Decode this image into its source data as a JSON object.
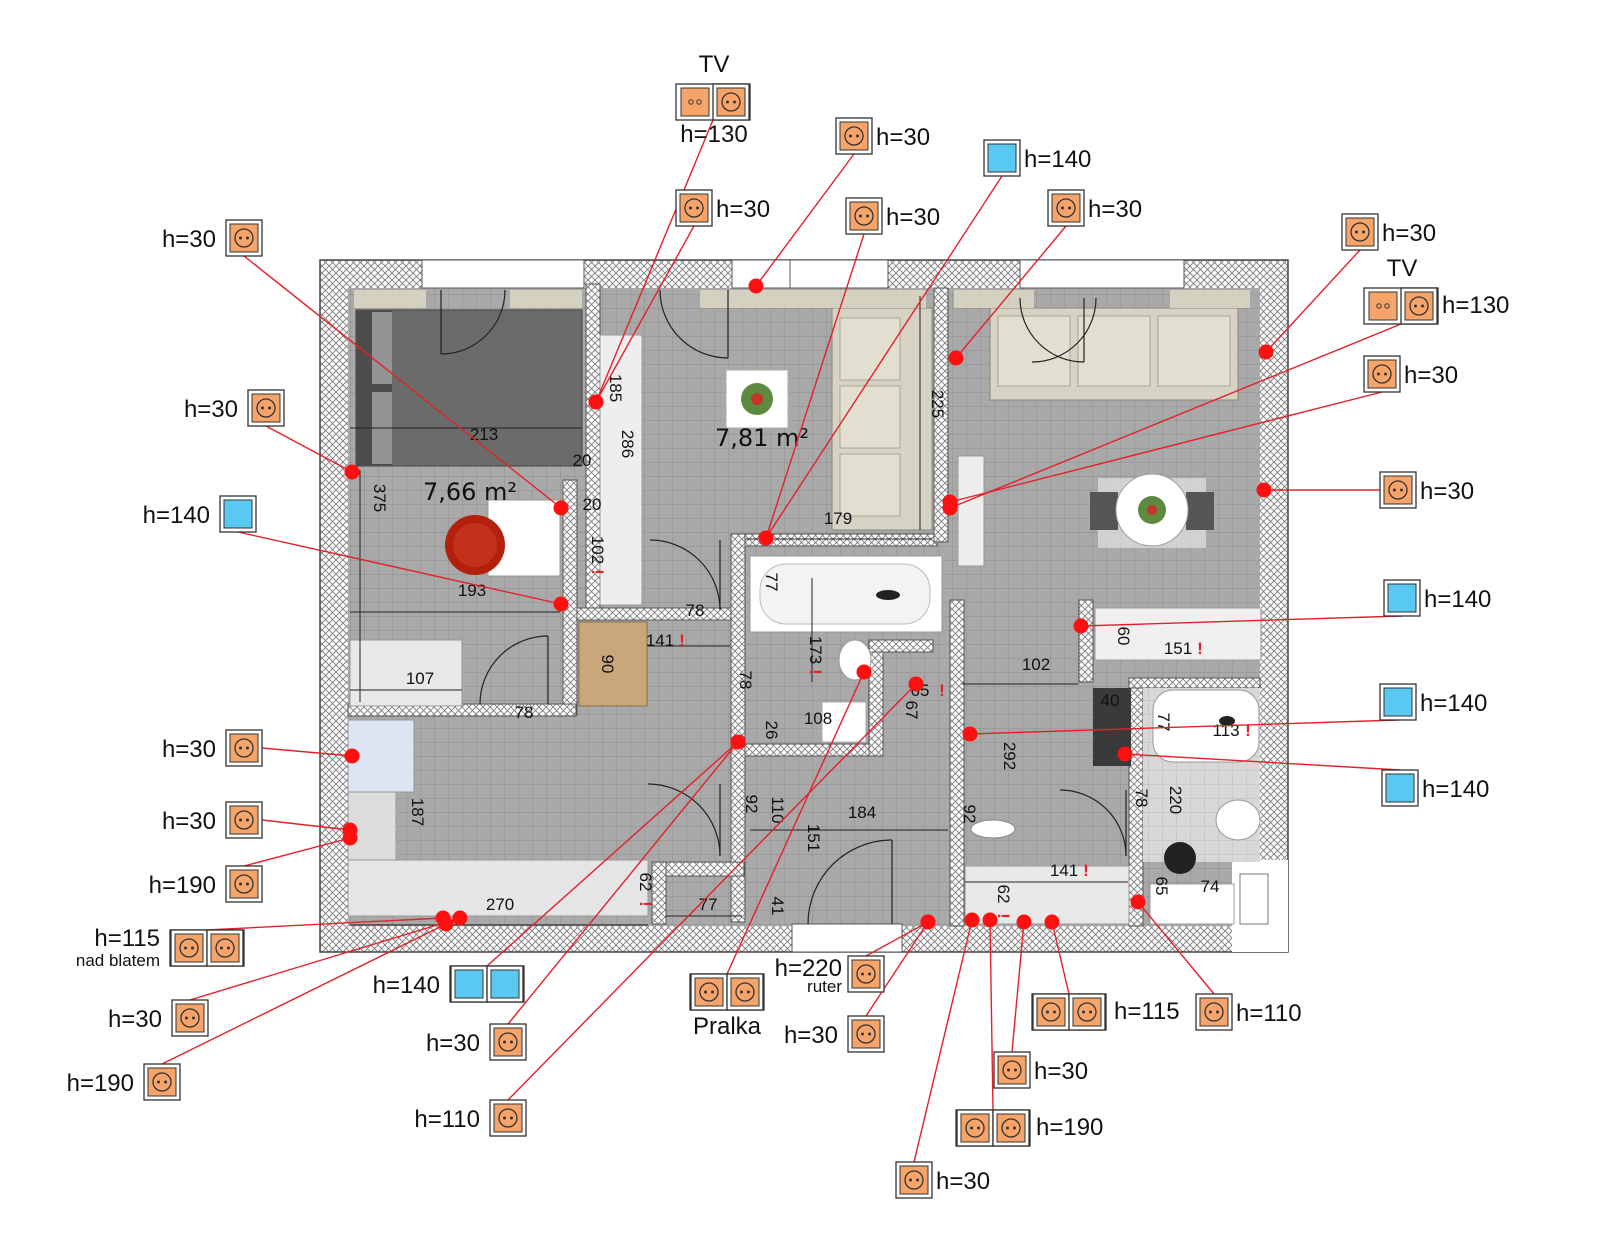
{
  "colors": {
    "outlet": "#f6a46a",
    "data_box": "#59c9f2",
    "marker": "#ff1010",
    "leader": "#e4202a",
    "floor": "#a7a7a7",
    "wall_hatch": "#9a9a9a",
    "sofa": "#d9d6c8",
    "bed": "#6f6f6f",
    "chair": "#b3200e"
  },
  "legend_icons": {
    "outlet": "outlet-socket-icon",
    "data": "data-box-icon"
  },
  "rooms": [
    {
      "id": "bedroom-area",
      "text": "7,66 m²"
    },
    {
      "id": "hall-area",
      "text": "7,81 m²"
    }
  ],
  "dimensions": [
    {
      "id": "d375",
      "text": "375"
    },
    {
      "id": "d213",
      "text": "213"
    },
    {
      "id": "d20a",
      "text": "20"
    },
    {
      "id": "d20b",
      "text": "20"
    },
    {
      "id": "d185",
      "text": "185"
    },
    {
      "id": "d286",
      "text": "286"
    },
    {
      "id": "d102a",
      "text": "102"
    },
    {
      "id": "d193",
      "text": "193"
    },
    {
      "id": "d107",
      "text": "107"
    },
    {
      "id": "d78a",
      "text": "78"
    },
    {
      "id": "d78b",
      "text": "78"
    },
    {
      "id": "d90",
      "text": "90"
    },
    {
      "id": "d141a",
      "text": "141"
    },
    {
      "id": "d78c",
      "text": "78"
    },
    {
      "id": "d77a",
      "text": "77"
    },
    {
      "id": "d173",
      "text": "173"
    },
    {
      "id": "d225",
      "text": "225"
    },
    {
      "id": "d179",
      "text": "179"
    },
    {
      "id": "d108",
      "text": "108"
    },
    {
      "id": "d26",
      "text": "26"
    },
    {
      "id": "d65a",
      "text": "65"
    },
    {
      "id": "d67",
      "text": "67"
    },
    {
      "id": "d187",
      "text": "187"
    },
    {
      "id": "d270",
      "text": "270"
    },
    {
      "id": "d62a",
      "text": "62"
    },
    {
      "id": "d77b",
      "text": "77"
    },
    {
      "id": "d41",
      "text": "41"
    },
    {
      "id": "d92a",
      "text": "92"
    },
    {
      "id": "d110",
      "text": "110"
    },
    {
      "id": "d151a",
      "text": "151"
    },
    {
      "id": "d184",
      "text": "184"
    },
    {
      "id": "d102b",
      "text": "102"
    },
    {
      "id": "d292",
      "text": "292"
    },
    {
      "id": "d92b",
      "text": "92"
    },
    {
      "id": "d141b",
      "text": "141"
    },
    {
      "id": "d62b",
      "text": "62"
    },
    {
      "id": "d60",
      "text": "60"
    },
    {
      "id": "d151b",
      "text": "151"
    },
    {
      "id": "d40",
      "text": "40"
    },
    {
      "id": "d77c",
      "text": "77"
    },
    {
      "id": "d113",
      "text": "113"
    },
    {
      "id": "d78d",
      "text": "78"
    },
    {
      "id": "d220",
      "text": "220"
    },
    {
      "id": "d65b",
      "text": "65"
    },
    {
      "id": "d74",
      "text": "74"
    }
  ],
  "warning_mark": "!",
  "callouts": [
    {
      "id": "c-tv-top",
      "kind": "outlet-double",
      "title": "TV",
      "label": "h=130"
    },
    {
      "id": "c-top-h30a",
      "kind": "outlet",
      "label": "h=30"
    },
    {
      "id": "c-top-h30b",
      "kind": "outlet",
      "label": "h=30"
    },
    {
      "id": "c-top-h30c",
      "kind": "outlet",
      "label": "h=30"
    },
    {
      "id": "c-top-h140",
      "kind": "data",
      "label": "h=140"
    },
    {
      "id": "c-top-h30d",
      "kind": "outlet",
      "label": "h=30"
    },
    {
      "id": "c-right-h30a",
      "kind": "outlet",
      "label": "h=30"
    },
    {
      "id": "c-tv-right",
      "kind": "outlet-double",
      "title": "TV",
      "label": "h=130"
    },
    {
      "id": "c-right-h30b",
      "kind": "outlet",
      "label": "h=30"
    },
    {
      "id": "c-right-h30c",
      "kind": "outlet",
      "label": "h=30"
    },
    {
      "id": "c-right-h140a",
      "kind": "data",
      "label": "h=140"
    },
    {
      "id": "c-right-h140b",
      "kind": "data",
      "label": "h=140"
    },
    {
      "id": "c-right-h140c",
      "kind": "data",
      "label": "h=140"
    },
    {
      "id": "c-left-h30a",
      "kind": "outlet",
      "label": "h=30"
    },
    {
      "id": "c-left-h30b",
      "kind": "outlet",
      "label": "h=30"
    },
    {
      "id": "c-left-h140",
      "kind": "data",
      "label": "h=140"
    },
    {
      "id": "c-left-h30c",
      "kind": "outlet",
      "label": "h=30"
    },
    {
      "id": "c-left-h30d",
      "kind": "outlet",
      "label": "h=30"
    },
    {
      "id": "c-left-h190a",
      "kind": "outlet",
      "label": "h=190"
    },
    {
      "id": "c-left-h115",
      "kind": "outlet-double",
      "label": "h=115",
      "sublabel": "nad blatem"
    },
    {
      "id": "c-left-h30e",
      "kind": "outlet",
      "label": "h=30"
    },
    {
      "id": "c-left-h190b",
      "kind": "outlet",
      "label": "h=190"
    },
    {
      "id": "c-bot-h140",
      "kind": "data-double",
      "label": "h=140"
    },
    {
      "id": "c-bot-h30a",
      "kind": "outlet",
      "label": "h=30"
    },
    {
      "id": "c-bot-h110a",
      "kind": "outlet",
      "label": "h=110"
    },
    {
      "id": "c-bot-pralka",
      "kind": "outlet-double",
      "label": "Pralka"
    },
    {
      "id": "c-bot-ruter",
      "kind": "outlet",
      "label": "h=220",
      "sublabel": "ruter"
    },
    {
      "id": "c-bot-h30b",
      "kind": "outlet",
      "label": "h=30"
    },
    {
      "id": "c-bot-h115",
      "kind": "outlet-double",
      "label": "h=115"
    },
    {
      "id": "c-bot-h110b",
      "kind": "outlet",
      "label": "h=110"
    },
    {
      "id": "c-bot-h30c",
      "kind": "outlet",
      "label": "h=30"
    },
    {
      "id": "c-bot-h190",
      "kind": "outlet-double",
      "label": "h=190"
    },
    {
      "id": "c-bot-h30d",
      "kind": "outlet",
      "label": "h=30"
    }
  ]
}
